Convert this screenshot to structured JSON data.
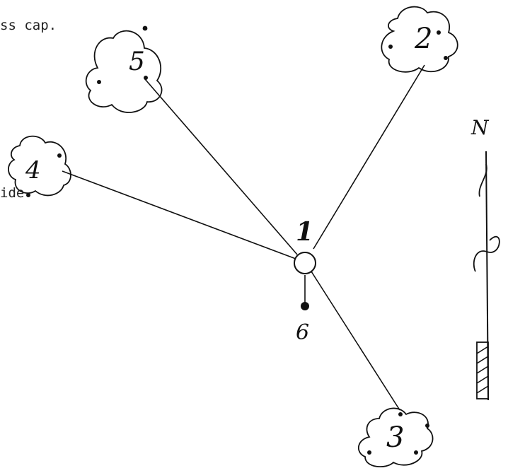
{
  "typed_text": {
    "caption_fragment": "ss cap.",
    "side_fragment": "ide"
  },
  "nodes": {
    "center": "1",
    "north_east": "2",
    "south_east": "3",
    "west": "4",
    "north_west": "5",
    "stub": "6"
  },
  "compass": {
    "label": "N"
  },
  "colors": {
    "ink": "#111111",
    "paper": "#ffffff"
  }
}
